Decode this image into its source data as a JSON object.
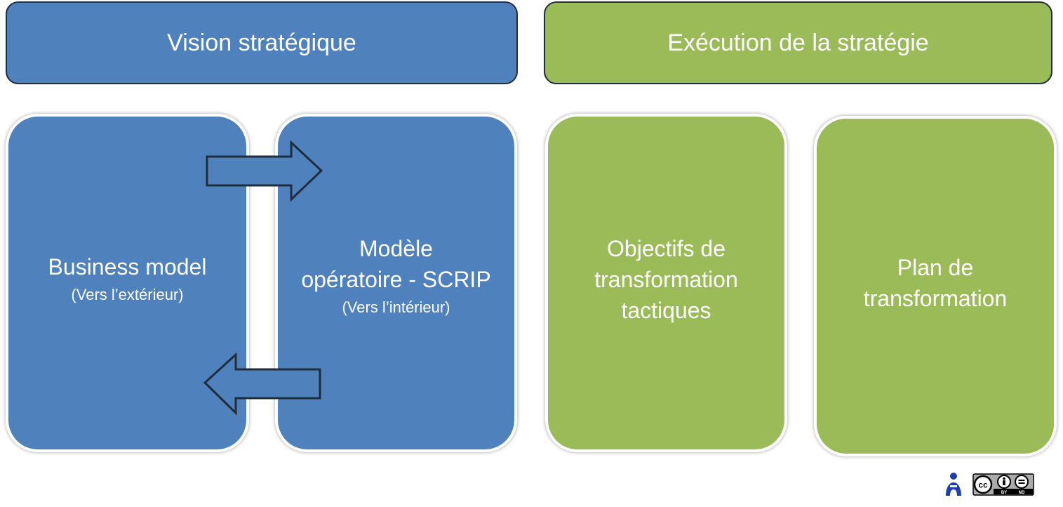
{
  "banners": {
    "vision": "Vision stratégique",
    "execution": "Exécution de la stratégie"
  },
  "cards": {
    "business_model": {
      "title": "Business model",
      "subtitle": "(Vers l’extérieur)"
    },
    "modele_operatoire": {
      "title": "Modèle\nopératoire - SCRIP",
      "subtitle": "(Vers l’intérieur)"
    },
    "objectifs": {
      "title": "Objectifs de\ntransformation\ntactiques"
    },
    "plan": {
      "title": "Plan de\ntransformation"
    }
  },
  "license": {
    "cc": "cc",
    "by": "BY",
    "nd": "ND"
  },
  "colors": {
    "blue": "#4f81bd",
    "green": "#9bbb59",
    "arrow_outline": "#1f2d3d",
    "logo_blue": "#1f3fa8"
  },
  "icons": {
    "author_logo": "person-logo-icon",
    "license_badge": "cc-by-nd-icon"
  }
}
